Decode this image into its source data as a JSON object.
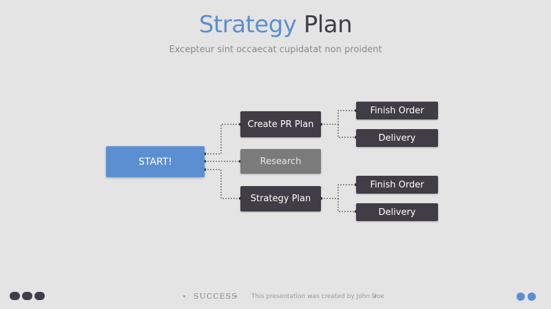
{
  "header": {
    "title_accent": "Strategy",
    "title_rest": "Plan",
    "subtitle": "Excepteur sint occaecat cupidatat non proident"
  },
  "diagram": {
    "start": "START!",
    "branches": {
      "top": "Create PR Plan",
      "middle": "Research",
      "bottom": "Strategy Plan"
    },
    "leaves": {
      "top_1": "Finish Order",
      "top_2": "Delivery",
      "bottom_1": "Finish Order",
      "bottom_2": "Delivery"
    }
  },
  "footer": {
    "brand": "SUCCESS",
    "credit": "This presentation was created by John Doe"
  },
  "colors": {
    "accent": "#5b8fd1",
    "dark_box": "#403d46",
    "grey_box": "#7b7b7b",
    "background": "#e4e4e4"
  }
}
